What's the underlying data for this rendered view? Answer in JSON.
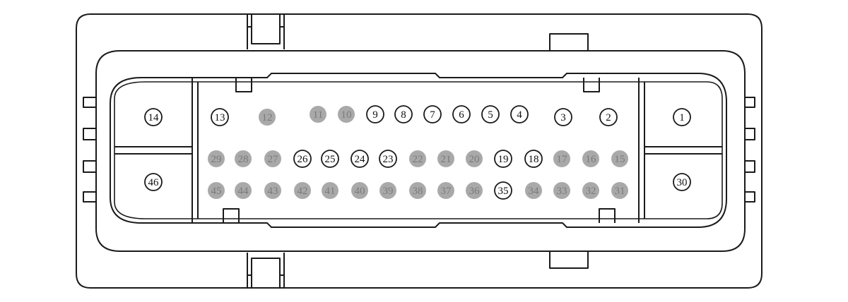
{
  "diagram": {
    "colors": {
      "outline": "#1a1a1a",
      "used_pin_fill": "#ffffff",
      "used_pin_text": "#111111",
      "unused_pin_fill": "#a9a9a9",
      "unused_pin_text": "#7a7a7a"
    },
    "pins": [
      {
        "label": "14",
        "used": true
      },
      {
        "label": "46",
        "used": true
      },
      {
        "label": "13",
        "used": true
      },
      {
        "label": "12",
        "used": false
      },
      {
        "label": "11",
        "used": false
      },
      {
        "label": "10",
        "used": false
      },
      {
        "label": "9",
        "used": true
      },
      {
        "label": "8",
        "used": true
      },
      {
        "label": "7",
        "used": true
      },
      {
        "label": "6",
        "used": true
      },
      {
        "label": "5",
        "used": true
      },
      {
        "label": "4",
        "used": true
      },
      {
        "label": "3",
        "used": true
      },
      {
        "label": "2",
        "used": true
      },
      {
        "label": "1",
        "used": true
      },
      {
        "label": "30",
        "used": true
      },
      {
        "label": "29",
        "used": false
      },
      {
        "label": "28",
        "used": false
      },
      {
        "label": "27",
        "used": false
      },
      {
        "label": "26",
        "used": true
      },
      {
        "label": "25",
        "used": true
      },
      {
        "label": "24",
        "used": true
      },
      {
        "label": "23",
        "used": true
      },
      {
        "label": "22",
        "used": false
      },
      {
        "label": "21",
        "used": false
      },
      {
        "label": "20",
        "used": false
      },
      {
        "label": "19",
        "used": true
      },
      {
        "label": "18",
        "used": true
      },
      {
        "label": "17",
        "used": false
      },
      {
        "label": "16",
        "used": false
      },
      {
        "label": "15",
        "used": false
      },
      {
        "label": "45",
        "used": false
      },
      {
        "label": "44",
        "used": false
      },
      {
        "label": "43",
        "used": false
      },
      {
        "label": "42",
        "used": false
      },
      {
        "label": "41",
        "used": false
      },
      {
        "label": "40",
        "used": false
      },
      {
        "label": "39",
        "used": false
      },
      {
        "label": "38",
        "used": false
      },
      {
        "label": "37",
        "used": false
      },
      {
        "label": "36",
        "used": false
      },
      {
        "label": "35",
        "used": true
      },
      {
        "label": "34",
        "used": false
      },
      {
        "label": "33",
        "used": false
      },
      {
        "label": "32",
        "used": false
      },
      {
        "label": "31",
        "used": false
      }
    ]
  }
}
